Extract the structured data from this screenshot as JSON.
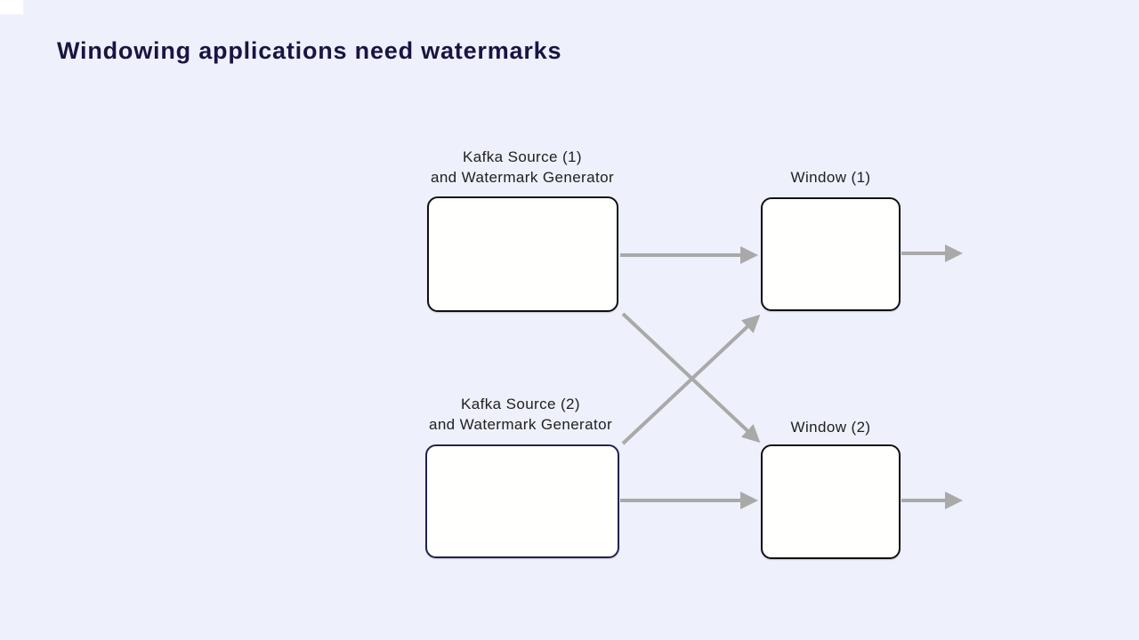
{
  "page": {
    "title": "Windowing applications need watermarks"
  },
  "colors": {
    "background": "#eef1fb",
    "title_text": "#1a1442",
    "label_text": "#212121",
    "arrow": "#a9a9a9",
    "node_border": "#111111",
    "node_border_accent": "#232250",
    "node_fill": "#fffffe"
  },
  "diagram": {
    "nodes": [
      {
        "id": "kafka-source-1",
        "label_line1": "Kafka Source (1)",
        "label_line2": "and Watermark Generator"
      },
      {
        "id": "kafka-source-2",
        "label_line1": "Kafka Source (2)",
        "label_line2": "and Watermark Generator"
      },
      {
        "id": "window-1",
        "label_line1": "Window (1)"
      },
      {
        "id": "window-2",
        "label_line1": "Window (2)"
      }
    ],
    "edges": [
      {
        "from": "kafka-source-1",
        "to": "window-1"
      },
      {
        "from": "kafka-source-2",
        "to": "window-2"
      },
      {
        "from": "kafka-source-1",
        "to": "window-2"
      },
      {
        "from": "kafka-source-2",
        "to": "window-1"
      },
      {
        "from": "window-1",
        "to": "output"
      },
      {
        "from": "window-2",
        "to": "output"
      }
    ]
  }
}
